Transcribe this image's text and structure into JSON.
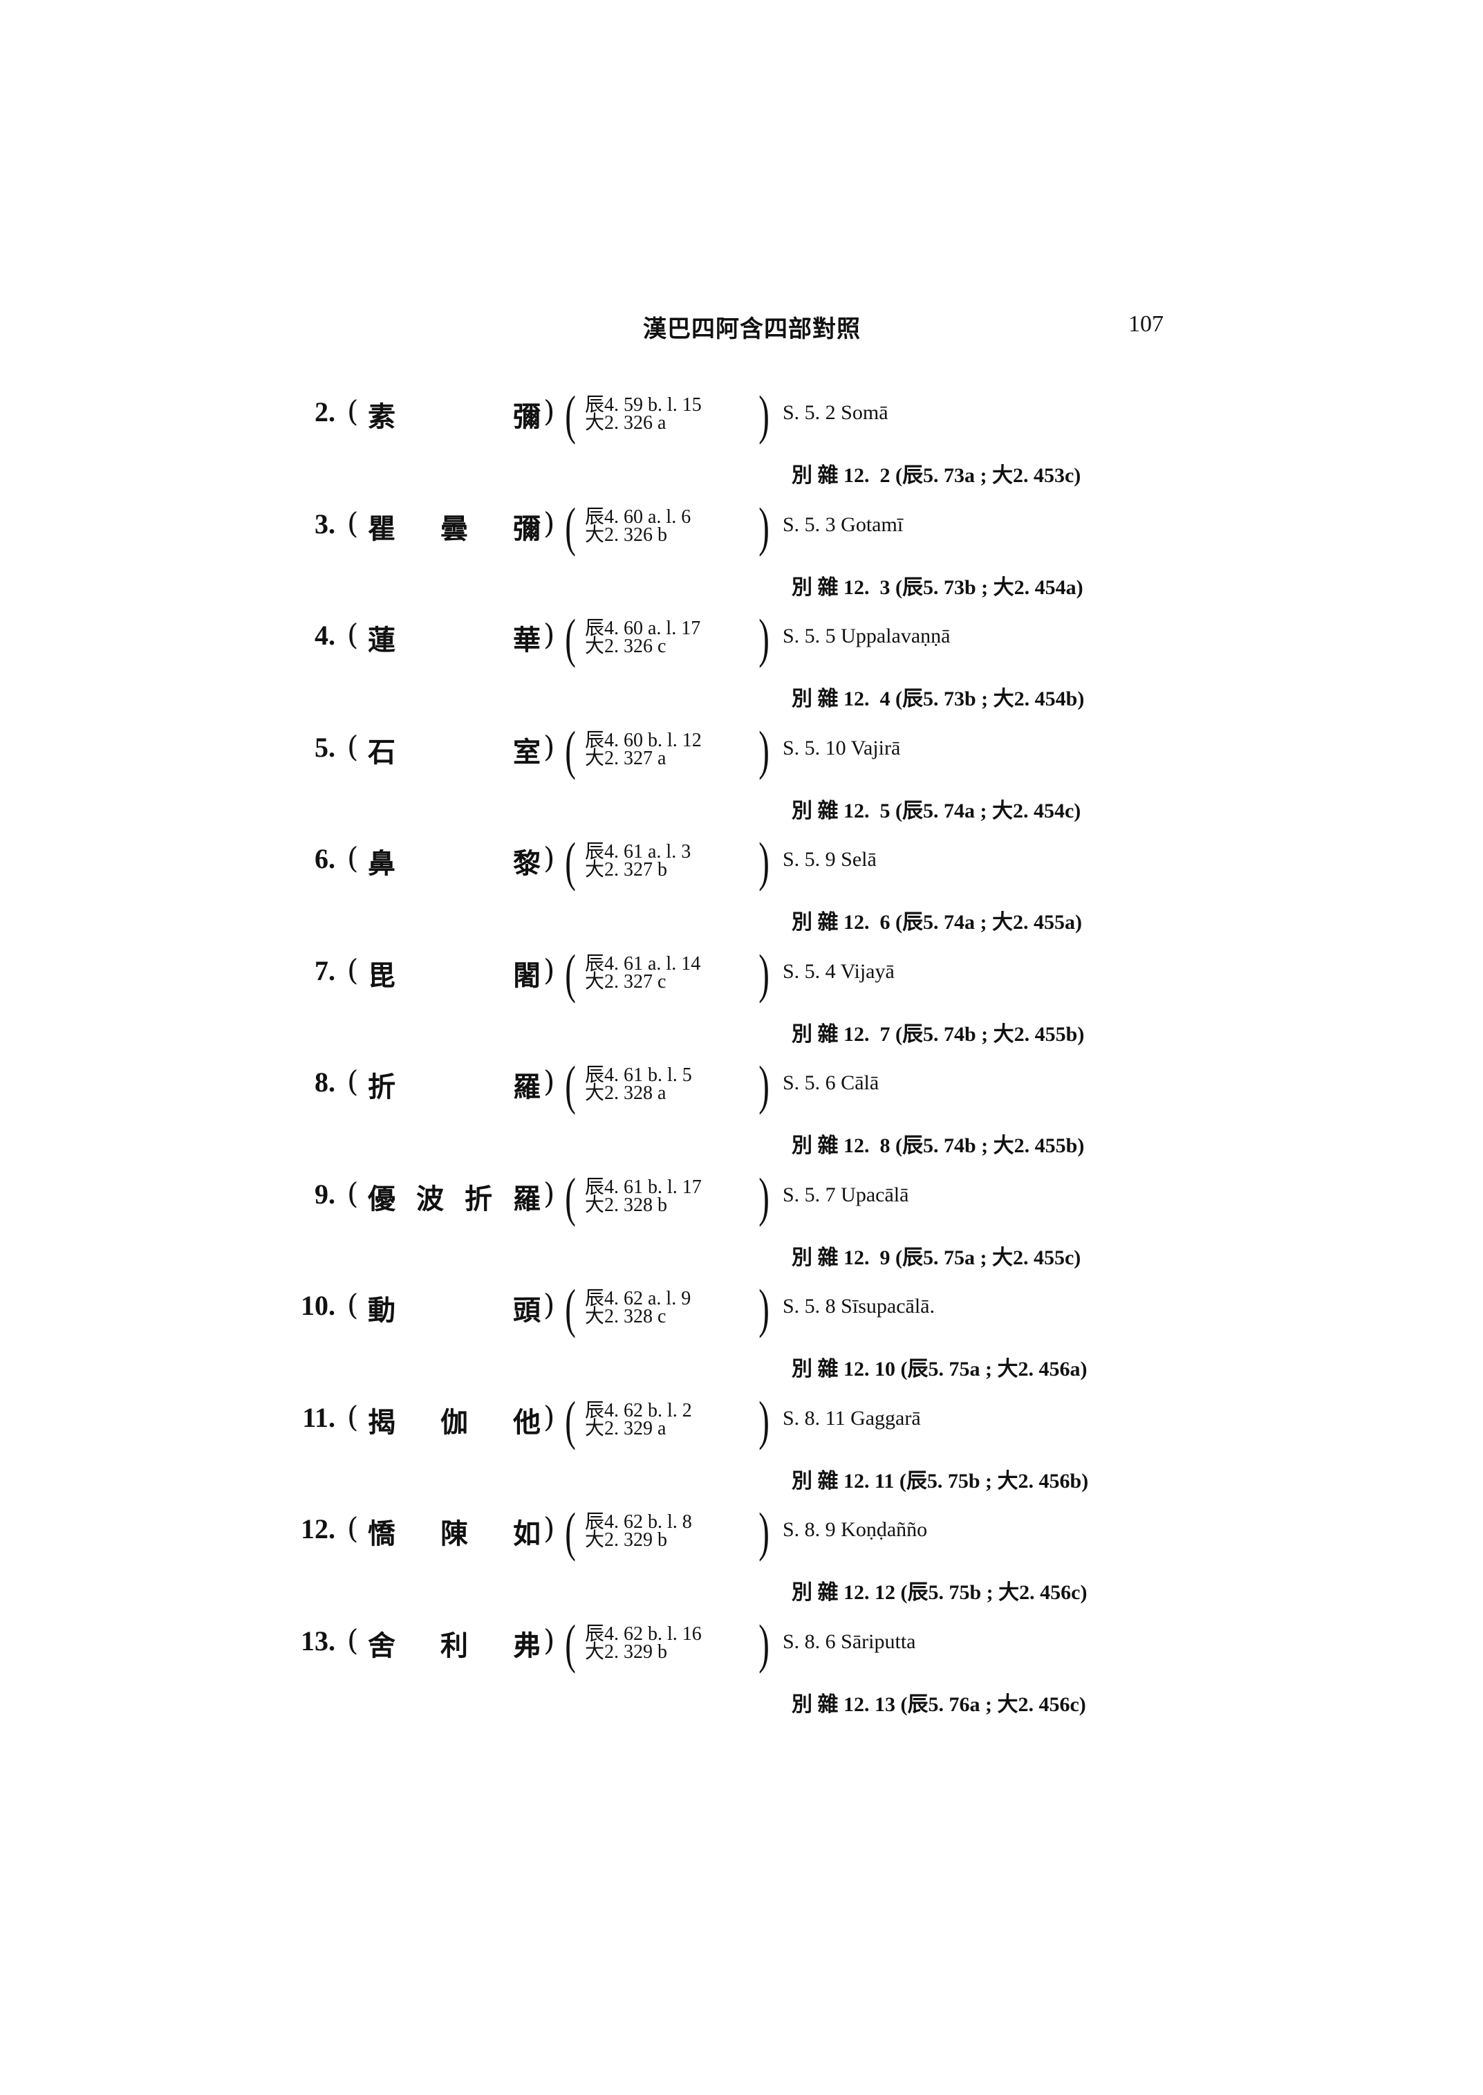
{
  "header": {
    "title": "漢巴四阿含四部對照",
    "page_number": "107"
  },
  "entries": [
    {
      "num": "2.",
      "chars": [
        "素",
        "彌"
      ],
      "ref1": "辰4. 59 b. l. 15",
      "ref2": "大2. 326 a",
      "sutta": "S. 5. 2 Somā",
      "alt": "別 雜 12.  2 (辰5. 73a ; 大2. 453c)"
    },
    {
      "num": "3.",
      "chars": [
        "瞿",
        "曇",
        "彌"
      ],
      "ref1": "辰4. 60 a. l. 6",
      "ref2": "大2. 326 b",
      "sutta": "S. 5. 3 Gotamī",
      "alt": "別 雜 12.  3 (辰5. 73b ; 大2. 454a)"
    },
    {
      "num": "4.",
      "chars": [
        "蓮",
        "華"
      ],
      "ref1": "辰4. 60 a. l. 17",
      "ref2": "大2. 326 c",
      "sutta": "S. 5. 5 Uppalavaṇṇā",
      "alt": "別 雜 12.  4 (辰5. 73b ; 大2. 454b)"
    },
    {
      "num": "5.",
      "chars": [
        "石",
        "室"
      ],
      "ref1": "辰4. 60 b. l. 12",
      "ref2": "大2. 327 a",
      "sutta": "S. 5. 10 Vajirā",
      "alt": "別 雜 12.  5 (辰5. 74a ; 大2. 454c)"
    },
    {
      "num": "6.",
      "chars": [
        "鼻",
        "黎"
      ],
      "ref1": "辰4. 61 a. l. 3",
      "ref2": "大2. 327 b",
      "sutta": "S. 5. 9 Selā",
      "alt": "別 雜 12.  6 (辰5. 74a ; 大2. 455a)"
    },
    {
      "num": "7.",
      "chars": [
        "毘",
        "闍"
      ],
      "ref1": "辰4. 61 a. l. 14",
      "ref2": "大2. 327 c",
      "sutta": "S. 5. 4 Vijayā",
      "alt": "別 雜 12.  7 (辰5. 74b ; 大2. 455b)"
    },
    {
      "num": "8.",
      "chars": [
        "折",
        "羅"
      ],
      "ref1": "辰4. 61 b. l. 5",
      "ref2": "大2. 328 a",
      "sutta": "S. 5. 6 Cālā",
      "alt": "別 雜 12.  8 (辰5. 74b ; 大2. 455b)"
    },
    {
      "num": "9.",
      "chars": [
        "優",
        "波",
        "折",
        "羅"
      ],
      "ref1": "辰4. 61 b. l. 17",
      "ref2": "大2. 328 b",
      "sutta": "S. 5. 7 Upacālā",
      "alt": "別 雜 12.  9 (辰5. 75a ; 大2. 455c)"
    },
    {
      "num": "10.",
      "chars": [
        "動",
        "頭"
      ],
      "ref1": "辰4. 62 a. l. 9",
      "ref2": "大2. 328 c",
      "sutta": "S. 5. 8 Sīsupacālā.",
      "alt": "別 雜 12. 10 (辰5. 75a ; 大2. 456a)"
    },
    {
      "num": "11.",
      "chars": [
        "揭",
        "伽",
        "他"
      ],
      "ref1": "辰4. 62 b. l. 2",
      "ref2": "大2. 329 a",
      "sutta": "S. 8. 11 Gaggarā",
      "alt": "別 雜 12. 11 (辰5. 75b ; 大2. 456b)"
    },
    {
      "num": "12.",
      "chars": [
        "憍",
        "陳",
        "如"
      ],
      "ref1": "辰4. 62 b. l. 8",
      "ref2": "大2. 329 b",
      "sutta": "S. 8. 9 Koṇḍañño",
      "alt": "別 雜 12. 12 (辰5. 75b ; 大2. 456c)"
    },
    {
      "num": "13.",
      "chars": [
        "舍",
        "利",
        "弗"
      ],
      "ref1": "辰4. 62 b. l. 16",
      "ref2": "大2. 329 b",
      "sutta": "S. 8. 6 Sāriputta",
      "alt": "別 雜 12. 13 (辰5. 76a ; 大2. 456c)"
    }
  ]
}
